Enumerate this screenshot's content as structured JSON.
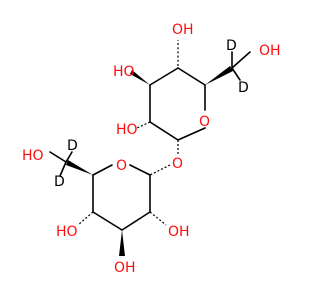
{
  "colors": {
    "oxygen": "#ff0d0d",
    "deuterium": "#000000",
    "bond": "#000000",
    "background": "#ffffff"
  },
  "atoms": {
    "upper_ring": {
      "c4_hydroxyl": "OH",
      "c3_hydroxyl": "HO",
      "c2_hydroxyl": "HO",
      "c6_hydroxyl": "OH",
      "c6_deuterium_1": "D",
      "c6_deuterium_2": "D",
      "ring_oxygen": "O"
    },
    "glycosidic_oxygen": "O",
    "lower_ring": {
      "ring_oxygen": "O",
      "c6_hydroxyl": "HO",
      "c6_deuterium_1": "D",
      "c6_deuterium_2": "D",
      "c2_hydroxyl": "OH",
      "c3_hydroxyl": "OH",
      "c4_hydroxyl": "HO"
    }
  }
}
